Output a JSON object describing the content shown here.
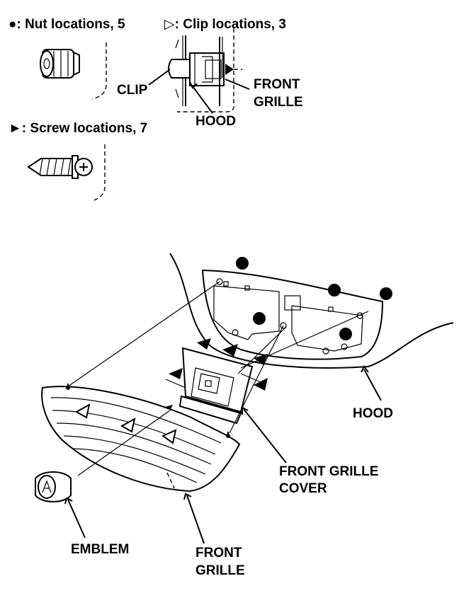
{
  "legend": {
    "nut": {
      "text": "●: Nut locations, 5"
    },
    "clip": {
      "text": "▷: Clip locations, 3"
    },
    "screw": {
      "text": "►: Screw locations, 7"
    }
  },
  "clip_detail": {
    "clip_label": "CLIP",
    "hood_label": "HOOD",
    "front_grille_line1": "FRONT",
    "front_grille_line2": "GRILLE"
  },
  "main": {
    "hood_label": "HOOD",
    "front_grille_cover_line1": "FRONT GRILLE",
    "front_grille_cover_line2": "COVER",
    "emblem_label": "EMBLEM",
    "front_grille_line1": "FRONT",
    "front_grille_line2": "GRILLE"
  }
}
